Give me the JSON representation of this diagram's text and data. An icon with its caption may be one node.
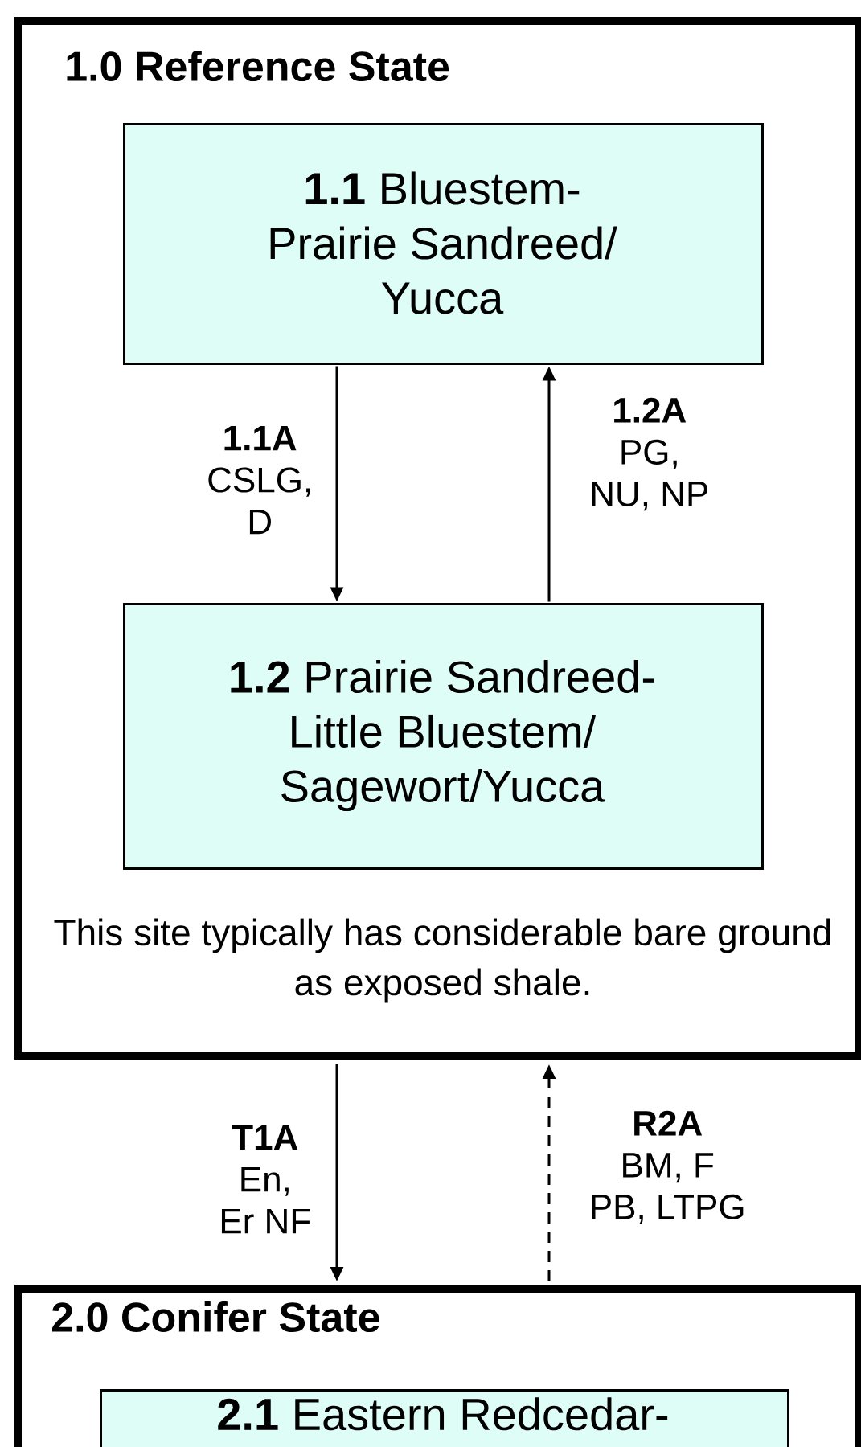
{
  "diagram": {
    "nodes": [
      {
        "text": [
          "1.0 Reference State",
          "This site typically has considerable bare ground as exposed shale."
        ]
      },
      {
        "text": [
          "**1.1** Bluestem- Prairie Sandreed/ Yucca"
        ],
        "in": 0
      },
      {
        "text": [
          "**1.2** Prairie Sandreed- Little Bluestem/ Sagewort/Yucca"
        ],
        "in": 0
      },
      {
        "text": [
          "2.0 Conifer State"
        ]
      },
      {
        "text": [
          "**2.1** Eastern Redcedar-"
        ],
        "in": 3
      }
    ],
    "edges": [
      {
        "from": 1,
        "to": 2,
        "arrow": "to",
        "label": "**1.1A** CSLG, D"
      },
      {
        "from": 2,
        "to": 1,
        "arrow": "to",
        "label": "**1.2A** PG, NU, NP"
      },
      {
        "from": 0,
        "to": 3,
        "arrow": "to",
        "label": "**T1A** En, Er NF"
      },
      {
        "from": 3,
        "to": 0,
        "arrow": "to",
        "label": "**R2A** BM, F PB, LTPG",
        "style": "dashed"
      }
    ]
  }
}
